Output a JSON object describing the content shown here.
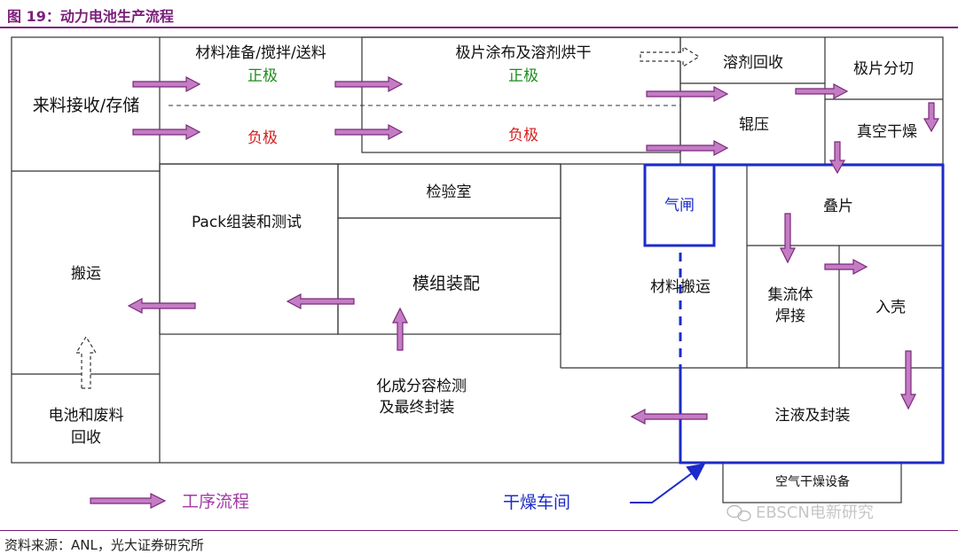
{
  "figure": {
    "title": "图 19：动力电池生产流程",
    "source": "资料来源：ANL，光大证券研究所"
  },
  "nodes": {
    "receiving": "来料接收/存储",
    "mixing": "材料准备/搅拌/送料",
    "coating": "极片涂布及溶剂烘干",
    "positive_1": "正极",
    "negative_1": "负极",
    "positive_2": "正极",
    "negative_2": "负极",
    "solvent_recovery": "溶剂回收",
    "slitting": "极片分切",
    "rolling": "辊压",
    "vacuum_drying": "真空干燥",
    "handling": "搬运",
    "pack": "Pack组装和测试",
    "inspection": "检验室",
    "module": "模组装配",
    "material_handling": "材料搬运",
    "airlock": "气闸",
    "stacking": "叠片",
    "tab_welding_1": "集流体",
    "tab_welding_2": "焊接",
    "casing": "入壳",
    "formation_1": "化成分容检测",
    "formation_2": "及最终封装",
    "filling": "注液及封装",
    "recycling_1": "电池和废料",
    "recycling_2": "回收",
    "air_dryer": "空气干燥设备"
  },
  "legend": {
    "process_flow": "工序流程",
    "dry_room": "干燥车间"
  },
  "watermark": "EBSCN电新研究",
  "colors": {
    "arrow_fill": "#c47cc4",
    "arrow_stroke": "#7a2a7a",
    "dry_room": "#1c2bc9",
    "positive": "#1e8c1e",
    "negative": "#d42020",
    "title": "#7a1e7a"
  }
}
